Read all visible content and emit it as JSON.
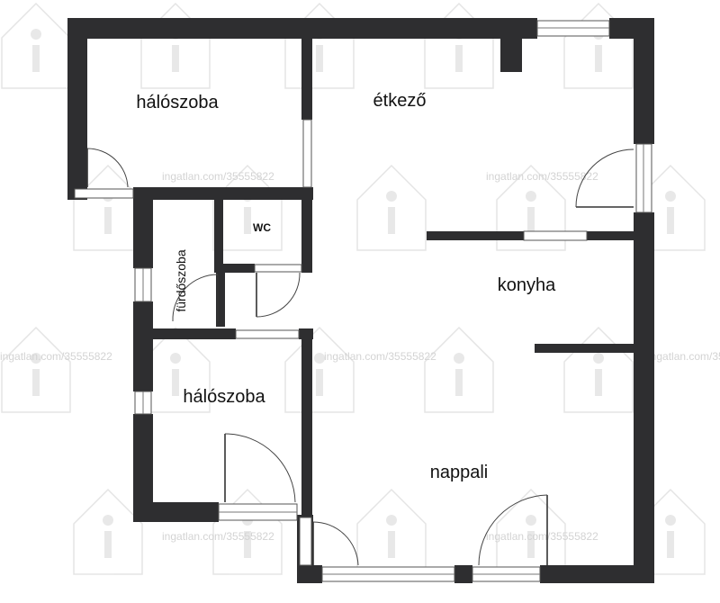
{
  "rooms": {
    "bedroom_top": "hálószoba",
    "dining": "étkező",
    "wc": "WC",
    "bathroom": "fürdőszoba",
    "kitchen": "konyha",
    "bedroom_bottom": "hálószoba",
    "living": "nappali"
  },
  "watermark": {
    "text": "ingatlan.com/35555822",
    "icon": "house-info-icon"
  },
  "colors": {
    "wall": "#2e2e30",
    "background": "#ffffff"
  }
}
